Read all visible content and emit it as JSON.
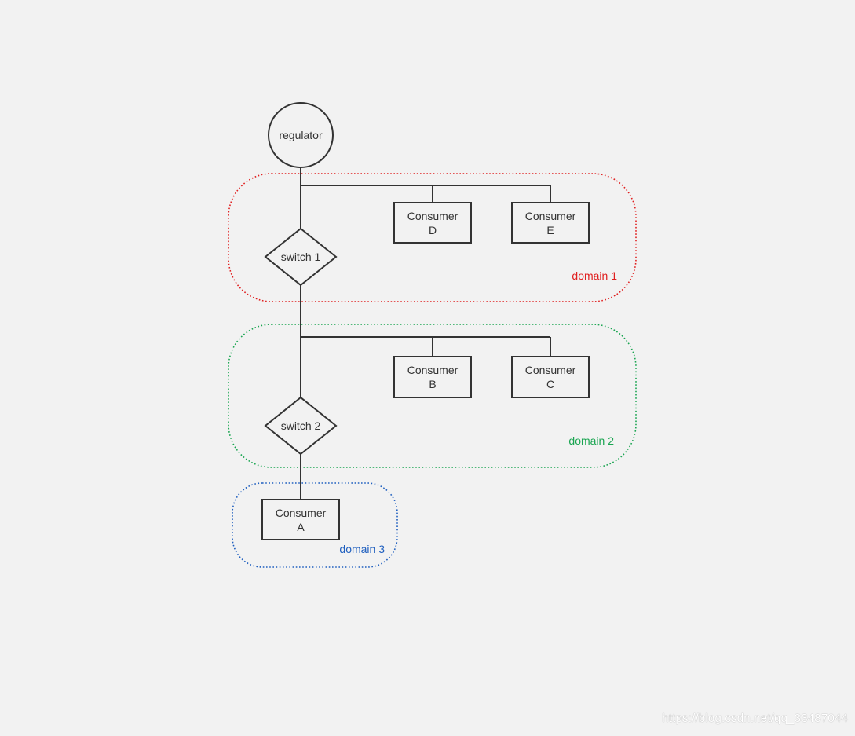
{
  "colors": {
    "background": "#f2f2f2",
    "line": "#333333",
    "domain_1": "#e02020",
    "domain_2": "#1aa551",
    "domain_3": "#1f5fbf"
  },
  "nodes": {
    "regulator": {
      "label": "regulator"
    },
    "switch_1": {
      "label": "switch 1"
    },
    "switch_2": {
      "label": "switch 2"
    },
    "consumer_d": {
      "line1": "Consumer",
      "line2": "D"
    },
    "consumer_e": {
      "line1": "Consumer",
      "line2": "E"
    },
    "consumer_b": {
      "line1": "Consumer",
      "line2": "B"
    },
    "consumer_c": {
      "line1": "Consumer",
      "line2": "C"
    },
    "consumer_a": {
      "line1": "Consumer",
      "line2": "A"
    }
  },
  "domains": {
    "domain_1": {
      "label": "domain 1"
    },
    "domain_2": {
      "label": "domain 2"
    },
    "domain_3": {
      "label": "domain 3"
    }
  },
  "watermark": "https://blog.csdn.net/qq_33487044"
}
